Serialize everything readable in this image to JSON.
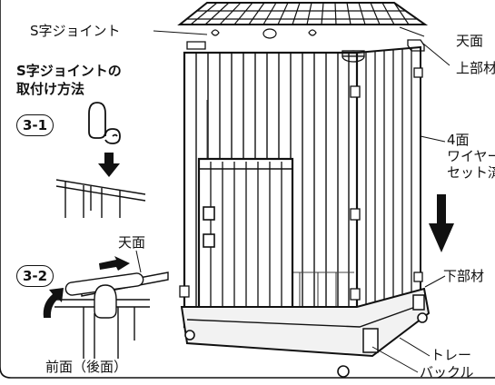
{
  "labels": {
    "s_joint": "S字ジョイント",
    "top_face": "天面",
    "upper_frame": "上部材",
    "wire_title_l1": "4面",
    "wire_title_l2": "ワイヤー",
    "wire_title_l3": "セット済",
    "lower_frame": "下部材",
    "tray": "トレー",
    "buckle": "バックル"
  },
  "howto": {
    "title_l1": "S字ジョイントの",
    "title_l2": "取付け方法",
    "step1": "3-1",
    "step2": "3-2",
    "top_face": "天面",
    "front_back": "前面（後面）"
  },
  "colors": {
    "line": "#111111",
    "panel_fill": "#ffffff",
    "tray_fill": "#f2f2f2"
  }
}
